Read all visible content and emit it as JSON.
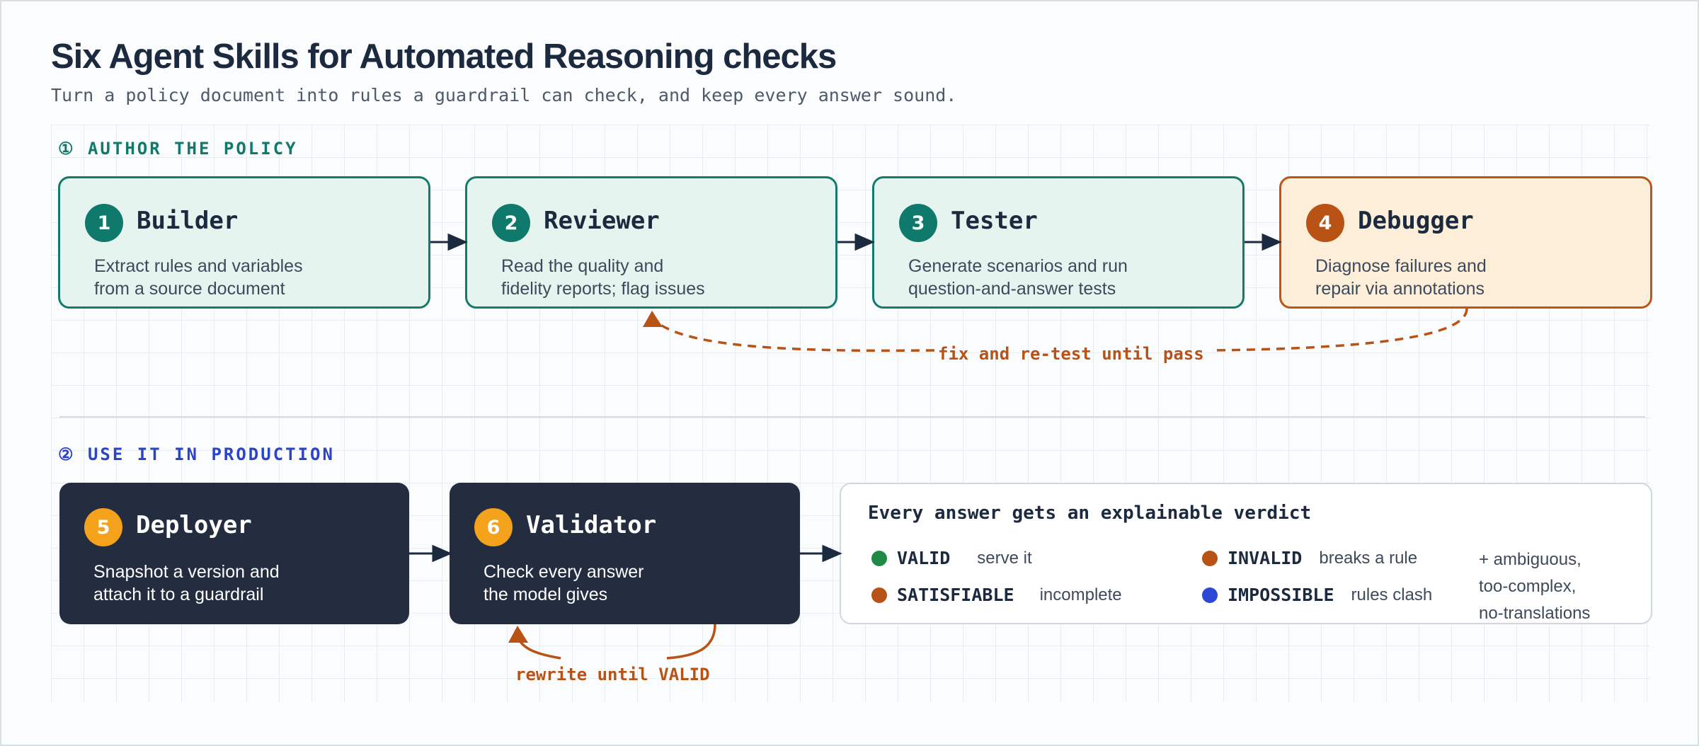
{
  "header": {
    "title": "Six Agent Skills for Automated Reasoning checks",
    "subtitle": "Turn a policy document into rules a guardrail can check, and keep every answer sound."
  },
  "sections": {
    "author": {
      "label": "① AUTHOR THE POLICY"
    },
    "production": {
      "label": "② USE IT IN PRODUCTION"
    }
  },
  "skills": [
    {
      "number": "1",
      "name": "Builder",
      "desc": [
        "Extract rules and variables",
        "from a source document"
      ]
    },
    {
      "number": "2",
      "name": "Reviewer",
      "desc": [
        "Read the quality and",
        "fidelity reports; flag issues"
      ]
    },
    {
      "number": "3",
      "name": "Tester",
      "desc": [
        "Generate scenarios and run",
        "question-and-answer tests"
      ]
    },
    {
      "number": "4",
      "name": "Debugger",
      "desc": [
        "Diagnose failures and",
        "repair via annotations"
      ]
    },
    {
      "number": "5",
      "name": "Deployer",
      "desc": [
        "Snapshot a version and",
        "attach it to a guardrail"
      ]
    },
    {
      "number": "6",
      "name": "Validator",
      "desc": [
        "Check every answer",
        "the model gives"
      ]
    }
  ],
  "loops": {
    "debug": "fix and re-test until pass",
    "validate": "rewrite until VALID"
  },
  "verdicts": {
    "heading": "Every answer gets an explainable verdict",
    "items": [
      {
        "code": "VALID",
        "desc": "serve it",
        "color": "#1f8a45"
      },
      {
        "code": "INVALID",
        "desc": "breaks a rule",
        "color": "#b95215"
      },
      {
        "code": "SATISFIABLE",
        "desc": "incomplete",
        "color": "#b95215"
      },
      {
        "code": "IMPOSSIBLE",
        "desc": "rules clash",
        "color": "#2d47d6"
      }
    ],
    "extra": [
      "+ ambiguous,",
      "too-complex,",
      "no-translations"
    ]
  },
  "colors": {
    "teal": "#0f7a6b",
    "orange": "#b95215",
    "amber": "#f4a11b",
    "navy": "#232d3f",
    "blue": "#2b43c8"
  }
}
